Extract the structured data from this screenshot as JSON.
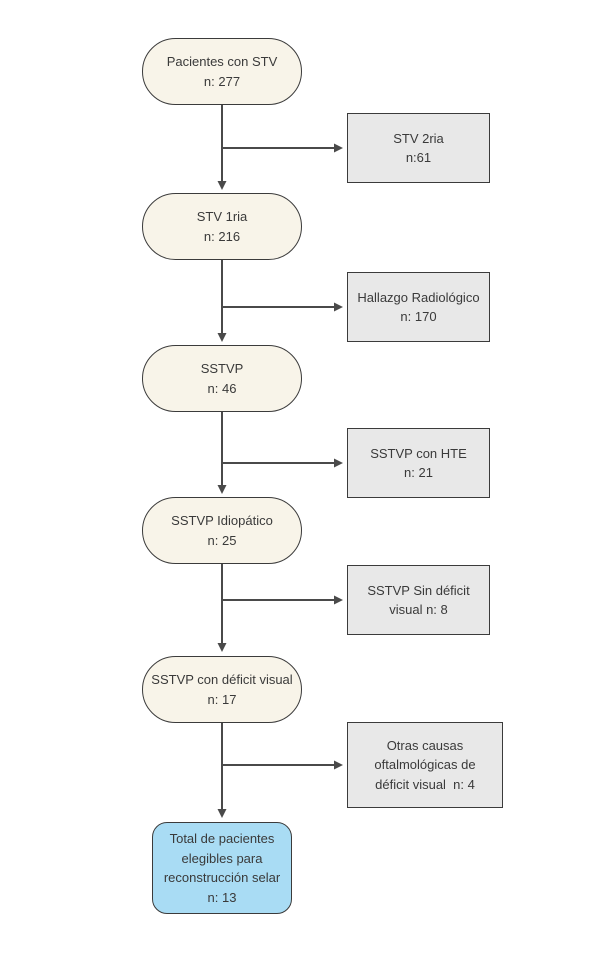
{
  "diagram": {
    "type": "flowchart",
    "main": [
      {
        "text": "Pacientes con STV\nn: 277"
      },
      {
        "text": "STV 1ria\nn: 216"
      },
      {
        "text": "SSTVP\nn: 46"
      },
      {
        "text": "SSTVP Idiopático\nn: 25"
      },
      {
        "text": "SSTVP con déficit visual\nn: 17"
      }
    ],
    "side": [
      {
        "text": "STV 2ria\nn:61"
      },
      {
        "text": "Hallazgo Radiológico\nn: 170"
      },
      {
        "text": "SSTVP con HTE\nn: 21"
      },
      {
        "text": "SSTVP Sin déficit\nvisual n: 8"
      },
      {
        "text": "Otras causas\noftalmológicas de\ndéficit visual  n: 4"
      }
    ],
    "final": {
      "text": "Total de pacientes\nelegibles para\nreconstrucción selar\nn: 13"
    },
    "colors": {
      "pill_fill": "#f8f4e9",
      "side_fill": "#e8e8e8",
      "final_fill": "#a9dcf4",
      "border": "#3b3b3b",
      "arrow": "#4a4a4a",
      "text": "#3a3a3a",
      "background": "#ffffff"
    }
  }
}
